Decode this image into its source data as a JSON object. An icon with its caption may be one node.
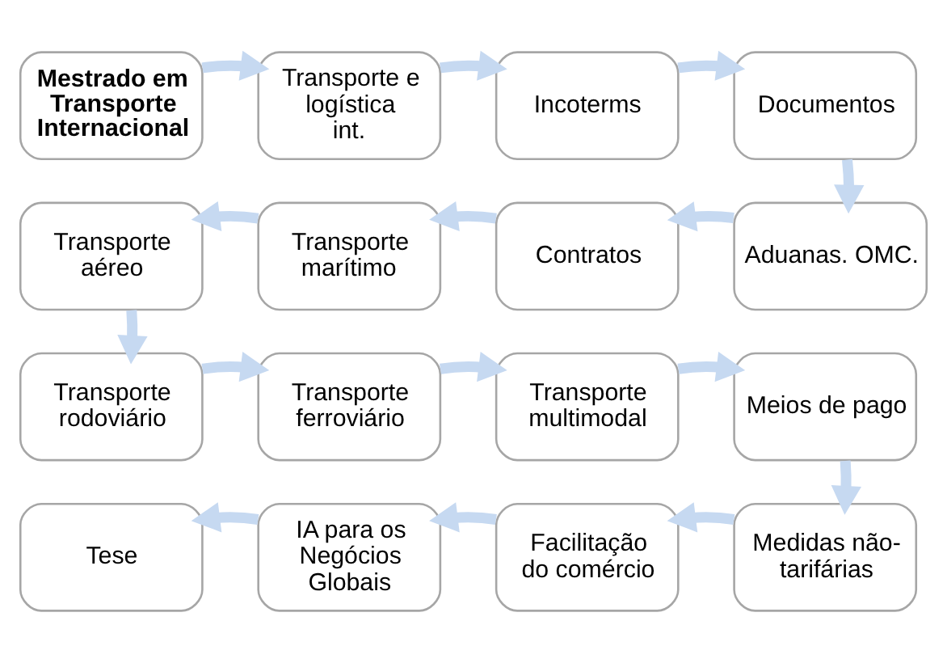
{
  "diagram": {
    "nodes": [
      {
        "text": [
          "Mestrado em Transporte Internacional"
        ]
      },
      {
        "text": [
          "Transporte e logística int."
        ]
      },
      {
        "text": [
          "Incoterms"
        ]
      },
      {
        "text": [
          "Documentos"
        ]
      },
      {
        "text": [
          "Aduanas. OMC."
        ]
      },
      {
        "text": [
          "Contratos"
        ]
      },
      {
        "text": [
          "Transporte marítimo"
        ]
      },
      {
        "text": [
          "Transporte aéreo"
        ]
      },
      {
        "text": [
          "Transporte rodoviário"
        ]
      },
      {
        "text": [
          "Transporte ferroviário"
        ]
      },
      {
        "text": [
          "Transporte multimodal"
        ]
      },
      {
        "text": [
          "Meios de pago"
        ]
      },
      {
        "text": [
          "Medidas não-tarifárias"
        ]
      },
      {
        "text": [
          "Facilitação do comércio"
        ]
      },
      {
        "text": [
          "IA para os Negócios Globais"
        ]
      },
      {
        "text": [
          "Tese"
        ]
      }
    ],
    "edges": [
      {
        "from": 0,
        "to": 1,
        "arrow": "to"
      },
      {
        "from": 1,
        "to": 2,
        "arrow": "to"
      },
      {
        "from": 2,
        "to": 3,
        "arrow": "to"
      },
      {
        "from": 3,
        "to": 4,
        "arrow": "to"
      },
      {
        "from": 4,
        "to": 5,
        "arrow": "to"
      },
      {
        "from": 5,
        "to": 6,
        "arrow": "to"
      },
      {
        "from": 6,
        "to": 7,
        "arrow": "to"
      },
      {
        "from": 7,
        "to": 8,
        "arrow": "to"
      },
      {
        "from": 8,
        "to": 9,
        "arrow": "to"
      },
      {
        "from": 9,
        "to": 10,
        "arrow": "to"
      },
      {
        "from": 10,
        "to": 11,
        "arrow": "to"
      },
      {
        "from": 11,
        "to": 12,
        "arrow": "to"
      },
      {
        "from": 12,
        "to": 13,
        "arrow": "to"
      },
      {
        "from": 13,
        "to": 14,
        "arrow": "to"
      },
      {
        "from": 14,
        "to": 15,
        "arrow": "to"
      }
    ]
  }
}
